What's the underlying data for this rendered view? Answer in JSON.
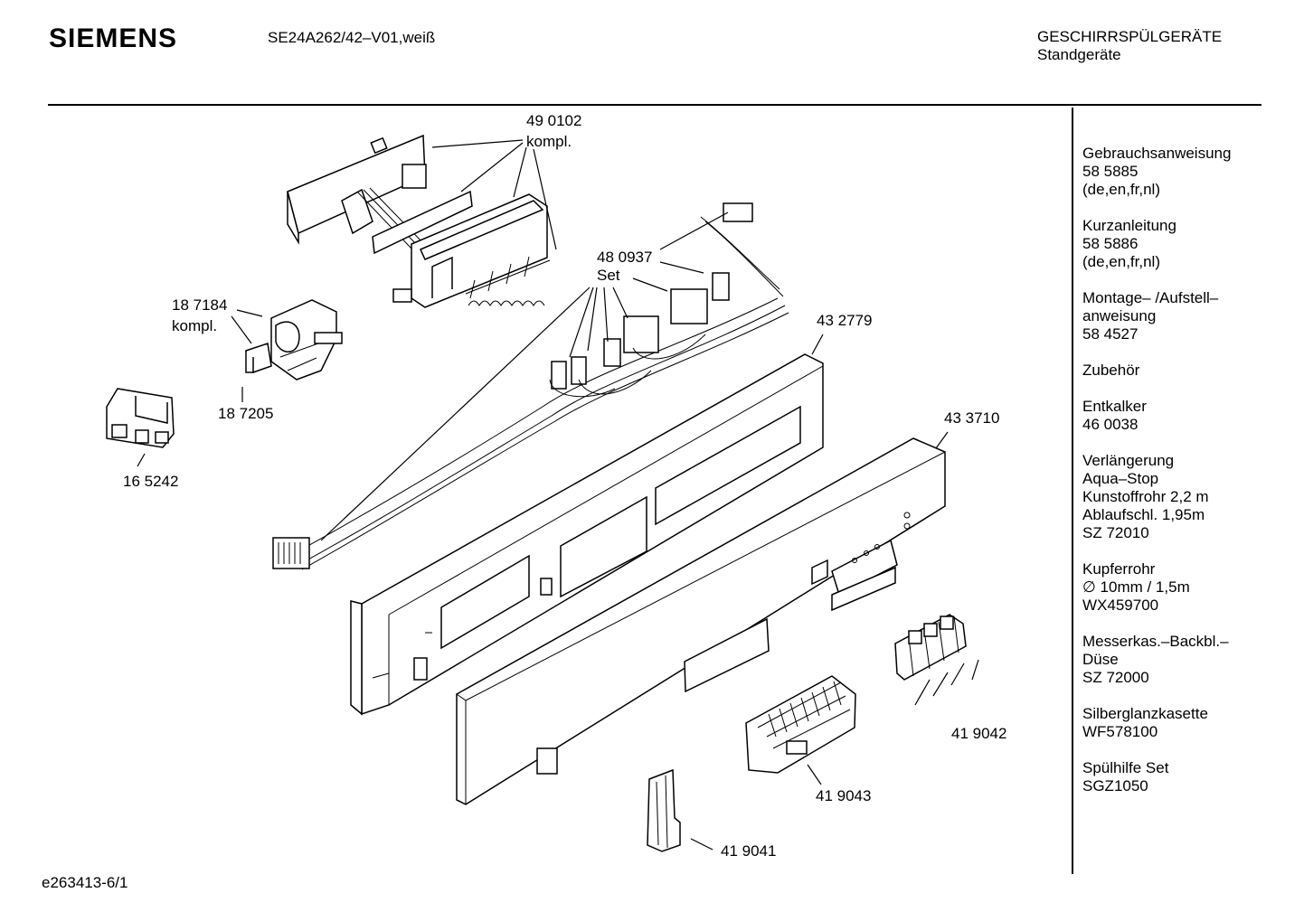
{
  "header": {
    "brand": "SIEMENS",
    "model": "SE24A262/42–V01,weiß",
    "category_line1": "GESCHIRRSPÜLGERÄTE",
    "category_line2": "Standgeräte"
  },
  "sidebar": {
    "entries": [
      {
        "lines": [
          "Gebrauchsanweisung",
          "58 5885",
          "(de,en,fr,nl)"
        ]
      },
      {
        "lines": [
          "Kurzanleitung",
          "58 5886",
          "(de,en,fr,nl)"
        ]
      },
      {
        "lines": [
          "Montage– /Aufstell–",
          "anweisung",
          "58 4527"
        ]
      },
      {
        "lines": [
          "Zubehör"
        ]
      },
      {
        "lines": [
          "Entkalker",
          "46 0038"
        ]
      },
      {
        "lines": [
          "Verlängerung",
          "Aqua–Stop",
          "Kunstoffrohr 2,2 m",
          "Ablaufschl. 1,95m",
          "SZ 72010"
        ]
      },
      {
        "lines": [
          "Kupferrohr",
          "∅ 10mm / 1,5m",
          "WX459700"
        ]
      },
      {
        "lines": [
          "Messerkas.–Backbl.–",
          "Düse",
          "SZ 72000"
        ]
      },
      {
        "lines": [
          "Silberglanzkasette",
          "WF578100"
        ]
      },
      {
        "lines": [
          "Spülhilfe Set",
          "SGZ1050"
        ]
      }
    ]
  },
  "parts": {
    "p490102": {
      "number": "49 0102",
      "note": "kompl."
    },
    "p480937": {
      "number": "48 0937",
      "note": "Set"
    },
    "p187184": {
      "number": "18 7184",
      "note": "kompl."
    },
    "p187205": {
      "number": "18 7205"
    },
    "p165242": {
      "number": "16 5242"
    },
    "p432779": {
      "number": "43 2779"
    },
    "p433710": {
      "number": "43 3710"
    },
    "p419042": {
      "number": "41 9042"
    },
    "p419043": {
      "number": "41 9043"
    },
    "p419041": {
      "number": "41 9041"
    }
  },
  "footer": {
    "drawing_id": "e263413-6/1"
  }
}
